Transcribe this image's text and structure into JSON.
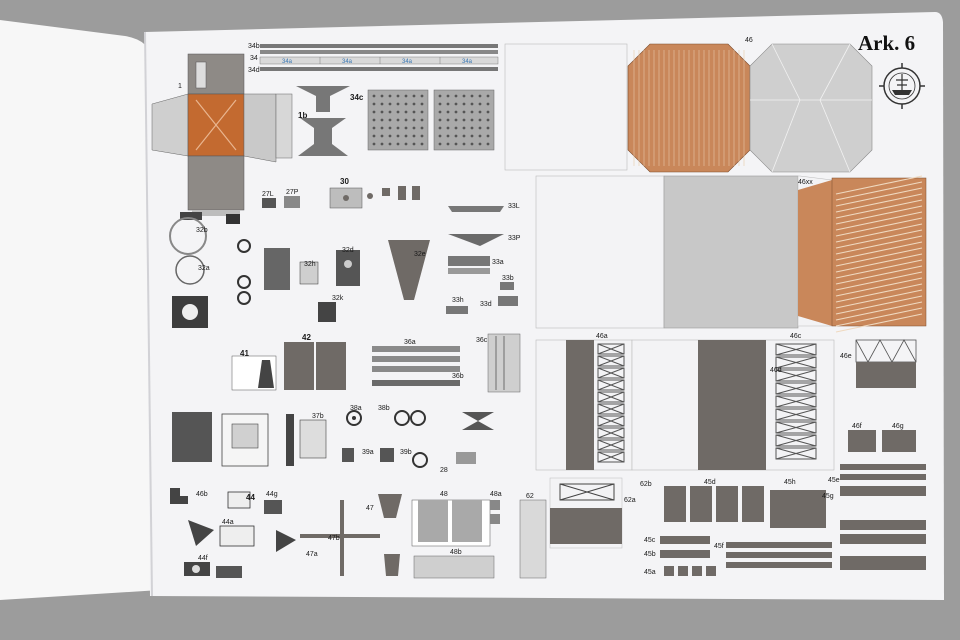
{
  "sheet": {
    "title": "Ark. 6",
    "colors": {
      "part_dark": "#6f6a66",
      "part_gray": "#c8c8c8",
      "wood": "#c9875a",
      "background": "#9c9c9c",
      "paper": "#f4f4f6"
    },
    "icons": [
      "ship-logo-icon"
    ],
    "labels": {
      "l34b": "34b",
      "l34": "34",
      "l34d": "34d",
      "l34a": "34a",
      "l1": "1",
      "l34c": "34c",
      "l1b": "1b",
      "l46": "46",
      "l46xx": "46xx",
      "l30": "30",
      "l27l": "27L",
      "l27p": "27P",
      "l33l": "33L",
      "l33p": "33P",
      "l33a": "33a",
      "l33b": "33b",
      "l33h": "33h",
      "l33d": "33d",
      "l32a": "32a",
      "l32b": "32b",
      "l32h": "32h",
      "l32d": "32d",
      "l32e": "32e",
      "l32k": "32k",
      "l41": "41",
      "l42": "42",
      "l36a": "36a",
      "l36b": "36b",
      "l36c": "36c",
      "l37b": "37b",
      "l38a": "38a",
      "l38b": "38b",
      "l39a": "39a",
      "l39b": "39b",
      "l28": "28",
      "l46a": "46a",
      "l46c": "46c",
      "l46e": "46e",
      "l46f": "46f",
      "l46g": "46g",
      "l46d": "46d",
      "l46b": "46b",
      "l44": "44",
      "l44g": "44g",
      "l44a": "44a",
      "l44f": "44f",
      "l47": "47",
      "l47a": "47a",
      "l47b": "47b",
      "l48": "48",
      "l48a": "48a",
      "l48b": "48b",
      "l62": "62",
      "l62a": "62a",
      "l62b": "62b",
      "l45d": "45d",
      "l45h": "45h",
      "l45e": "45e",
      "l45g": "45g",
      "l45c": "45c",
      "l45b": "45b",
      "l45a": "45a",
      "l45f": "45f"
    }
  }
}
